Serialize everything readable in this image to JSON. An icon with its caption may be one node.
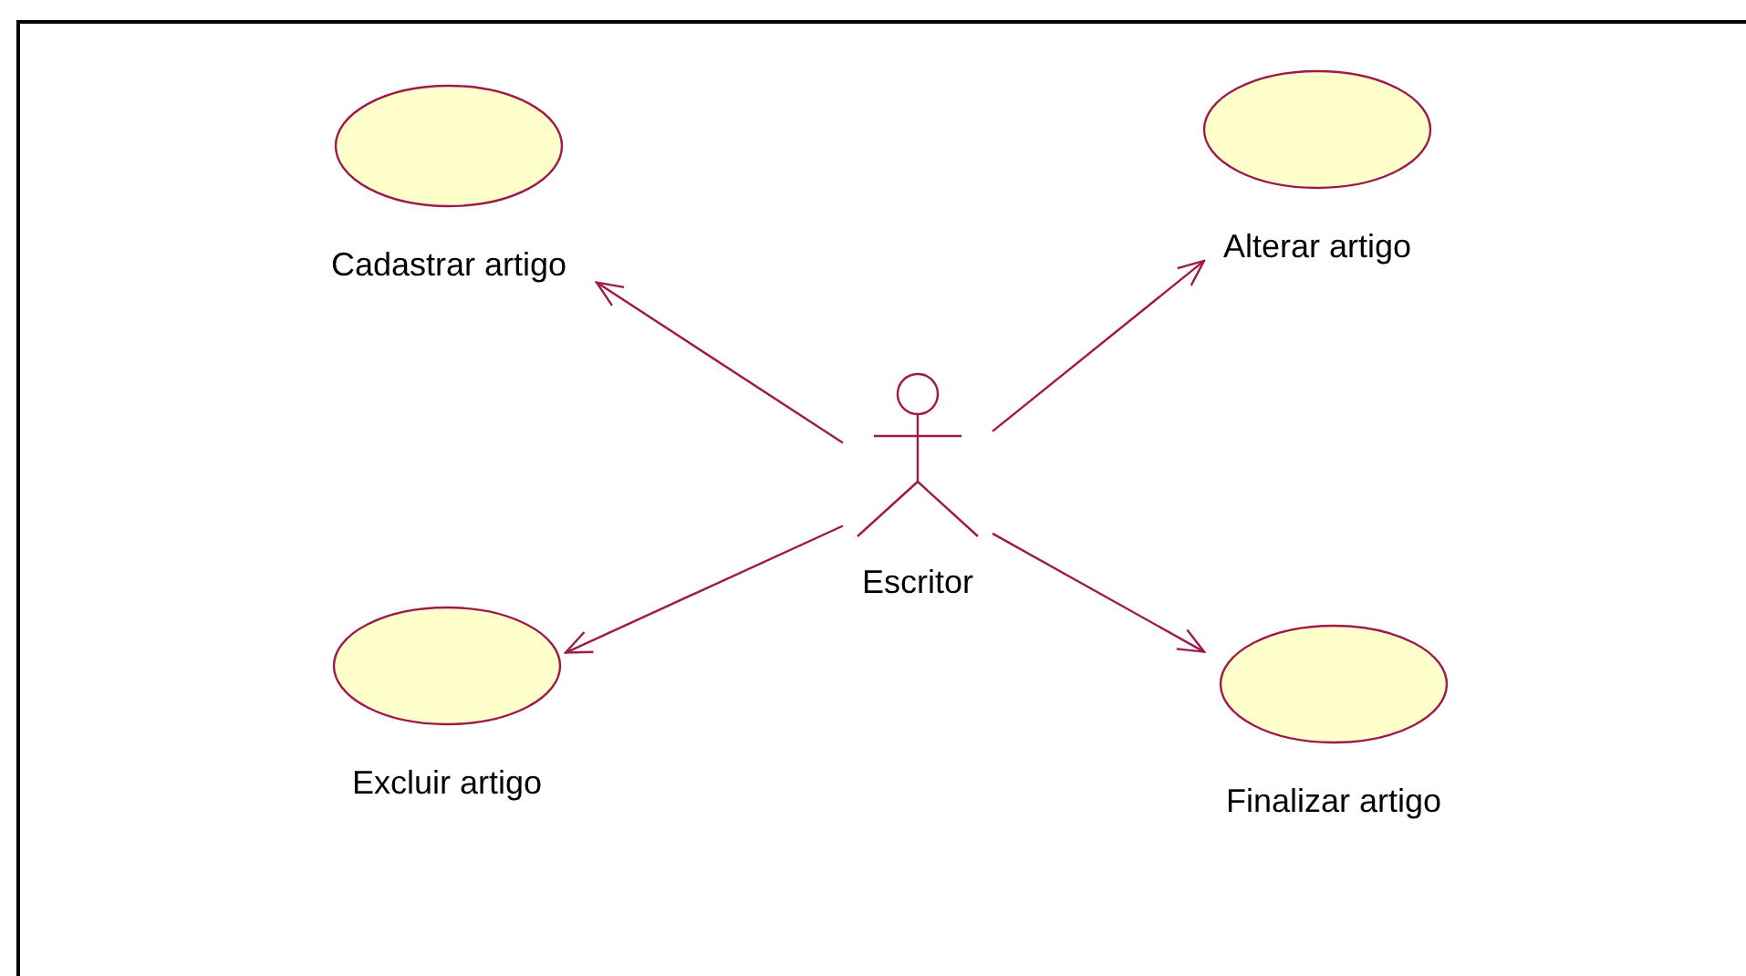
{
  "diagram": {
    "nodes": [
      {
        "text": [
          "Escritor"
        ]
      },
      {
        "text": [
          "Cadastrar artigo"
        ]
      },
      {
        "text": [
          "Alterar artigo"
        ]
      },
      {
        "text": [
          "Excluir artigo"
        ]
      },
      {
        "text": [
          "Finalizar artigo"
        ]
      }
    ],
    "edges": [
      {
        "from": 0,
        "to": 1,
        "arrow": "to"
      },
      {
        "from": 0,
        "to": 2,
        "arrow": "to"
      },
      {
        "from": 0,
        "to": 3,
        "arrow": "to"
      },
      {
        "from": 0,
        "to": 4,
        "arrow": "to"
      }
    ]
  }
}
